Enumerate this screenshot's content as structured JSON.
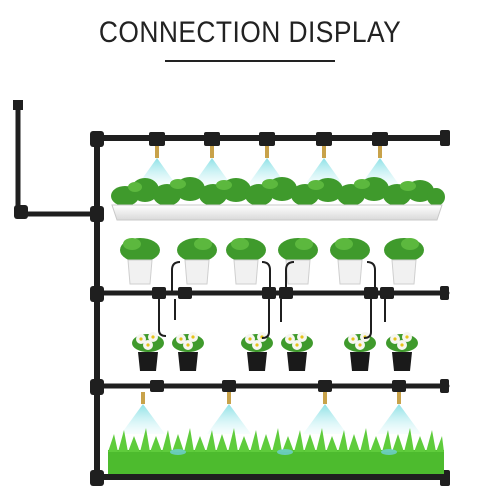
{
  "header": {
    "title": "CONNECTION DISPLAY"
  },
  "colors": {
    "pipe": "#1f1f1f",
    "mist": "#9be6ea",
    "nozzle": "#c8a24a",
    "leaf": "#3f9a2c",
    "grass": "#4dbb2e",
    "planter": "#f2f2f2",
    "pot_white": "#f1f1f1",
    "pot_black": "#1a1a1a",
    "flower": "#f6f6f0",
    "flower_center": "#e6c31b"
  },
  "illustration": {
    "tiers": [
      {
        "name": "top-rail",
        "content": "long-planter",
        "misting_nozzles": 5
      },
      {
        "name": "middle-rail-1",
        "content": "white-potted-herbs",
        "pot_count": 6
      },
      {
        "name": "middle-rail-2",
        "content": "black-potted-flowers",
        "pot_count": 6
      },
      {
        "name": "bottom-rail",
        "content": "grass-bed",
        "misting_nozzles": 4
      }
    ]
  }
}
